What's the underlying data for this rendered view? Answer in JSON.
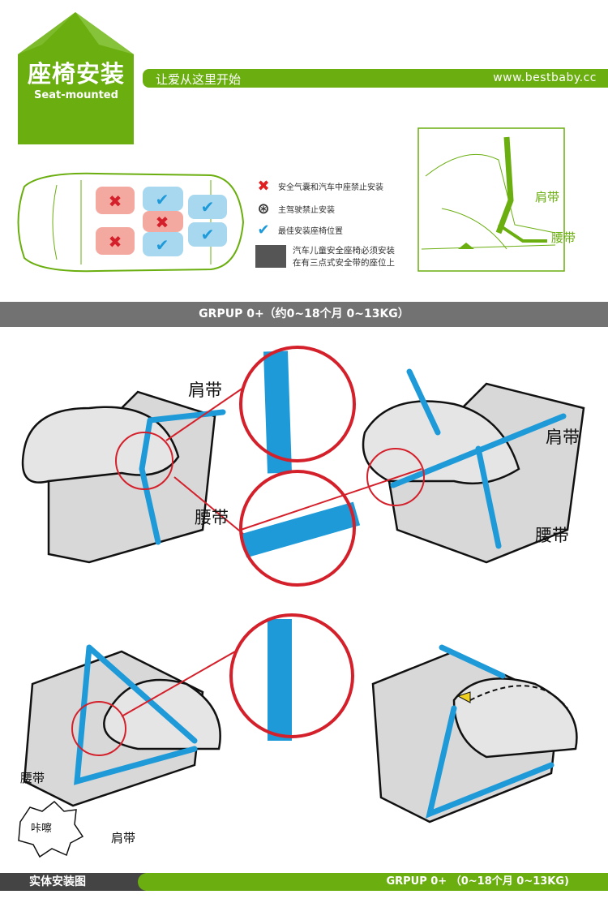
{
  "header": {
    "title_cn": "座椅安装",
    "title_en": "Seat-mounted",
    "slogan": "让爱从这里开始",
    "url": "www.bestbaby.cc"
  },
  "legend": [
    {
      "icon": "red-x-icon",
      "text": "安全气囊和汽车中座禁止安装"
    },
    {
      "icon": "steering-wheel-icon",
      "text": "主驾驶禁止安装"
    },
    {
      "icon": "blue-check-icon",
      "text": "最佳安装座椅位置"
    },
    {
      "icon": "car-seat-photo",
      "text": "汽车儿童安全座椅必须安装",
      "text2": "在有三点式安全带的座位上"
    }
  ],
  "side_diagram": {
    "shoulder_belt": "肩带",
    "lap_belt": "腰带"
  },
  "group_band": "GRPUP 0+（约0~18个月  0~13KG）",
  "illustrations": {
    "tl_shoulder": "肩带",
    "tl_lap": "腰带",
    "tr_shoulder": "肩带",
    "tr_lap": "腰带",
    "bl_lap": "腰带",
    "bl_shoulder": "肩带",
    "bl_click": "咔嚓"
  },
  "footer": {
    "left": "实体安装图",
    "right": "GRPUP 0+ （0~18个月  0~13KG)"
  },
  "colors": {
    "green": "#6aae0f",
    "belt": "#1e9ad8",
    "red": "#d4202a",
    "gray": "#727272"
  }
}
